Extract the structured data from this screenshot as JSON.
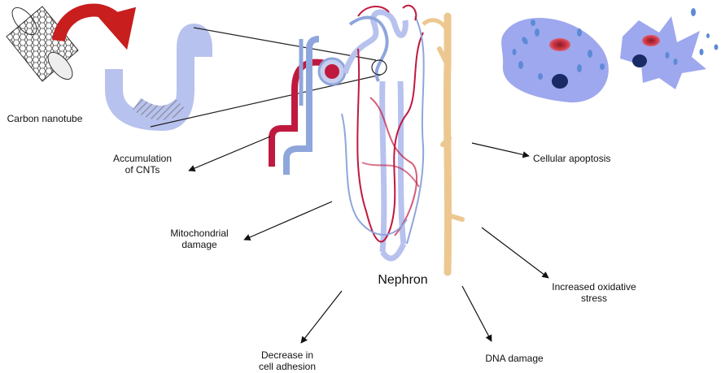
{
  "labels": {
    "carbon_nanotube": "Carbon nanotube",
    "accumulation_line1": "Accumulation",
    "accumulation_line2": "of CNTs",
    "mitochondrial_line1": "Mitochondrial",
    "mitochondrial_line2": "damage",
    "nephron": "Nephron",
    "decrease_line1": "Decrease in",
    "decrease_line2": "cell adhesion",
    "dna_damage": "DNA damage",
    "cellular_apoptosis": "Cellular apoptosis",
    "oxidative_line1": "Increased oxidative",
    "oxidative_line2": "stress"
  },
  "colors": {
    "arterial": "#c0193f",
    "venous": "#8fa6dc",
    "tubule": "#b8c2ee",
    "collecting_duct": "#ecc890",
    "cell_body": "#9ea8ee",
    "red_blood_cell": "#cc3344",
    "nucleus": "#1a2a66",
    "vesicle": "#5d8ad6",
    "curved_arrow": "#c81e1e",
    "arrow_line": "#111111"
  }
}
